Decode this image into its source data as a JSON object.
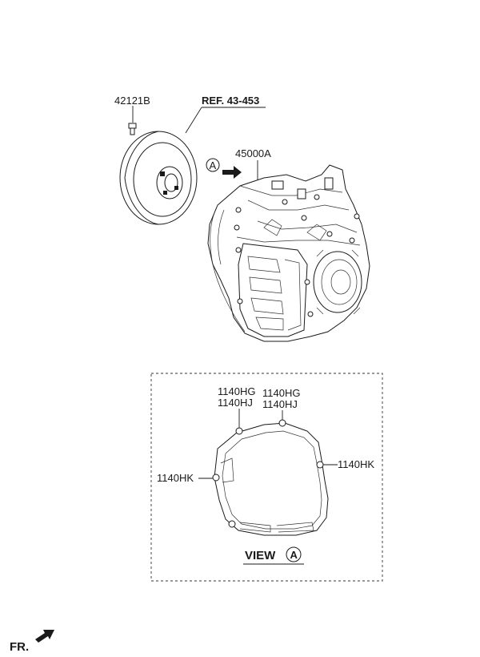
{
  "labels": {
    "torque_bolt": "42121B",
    "reference": "REF. 43-453",
    "transaxle": "45000A",
    "view_marker": "A",
    "bolt_hg_left": "1140HG",
    "bolt_hj_left": "1140HJ",
    "bolt_hg_right": "1140HG",
    "bolt_hj_right": "1140HJ",
    "bolt_hk_left": "1140HK",
    "bolt_hk_right": "1140HK",
    "view_title": "VIEW",
    "view_circle": "A",
    "front": "FR."
  }
}
